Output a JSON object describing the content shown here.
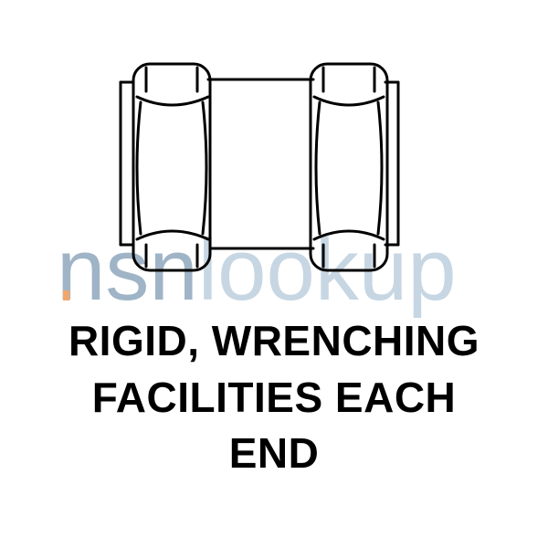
{
  "watermark": {
    "text_dark": "nsn",
    "text_light": "lookup",
    "color_dark": "#9fb4c6",
    "color_light": "#c7d6e3",
    "dot_color": "#f2a66a"
  },
  "caption": {
    "line1": "RIGID, WRENCHING",
    "line2": "FACILITIES EACH",
    "line3": "END"
  },
  "colors": {
    "stroke": "#000000",
    "background": "#ffffff"
  }
}
